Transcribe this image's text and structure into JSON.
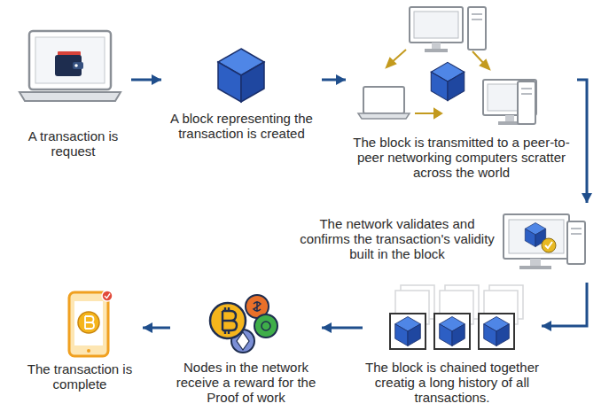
{
  "diagram": {
    "nodes": [
      {
        "text": [
          "A transaction is request"
        ]
      },
      {
        "text": [
          "A block representing the transaction is created"
        ]
      },
      {
        "text": [
          "The block is transmitted to a peer-to-peer networking computers scratter across the world"
        ]
      },
      {
        "text": [
          "The network validates and confirms the transaction's validity built in the block"
        ]
      },
      {
        "text": [
          "The block is chained together creatig a long history of all transactions."
        ]
      },
      {
        "text": [
          "Nodes in the network receive a reward for the Proof of work"
        ]
      },
      {
        "text": [
          "The transaction is complete"
        ]
      }
    ],
    "edges": [
      {
        "from": 0,
        "to": 1,
        "arrow": "to"
      },
      {
        "from": 1,
        "to": 2,
        "arrow": "to"
      },
      {
        "from": 2,
        "to": 3,
        "arrow": "to"
      },
      {
        "from": 3,
        "to": 4,
        "arrow": "to"
      },
      {
        "from": 4,
        "to": 5,
        "arrow": "to"
      },
      {
        "from": 5,
        "to": 6,
        "arrow": "to"
      }
    ]
  }
}
